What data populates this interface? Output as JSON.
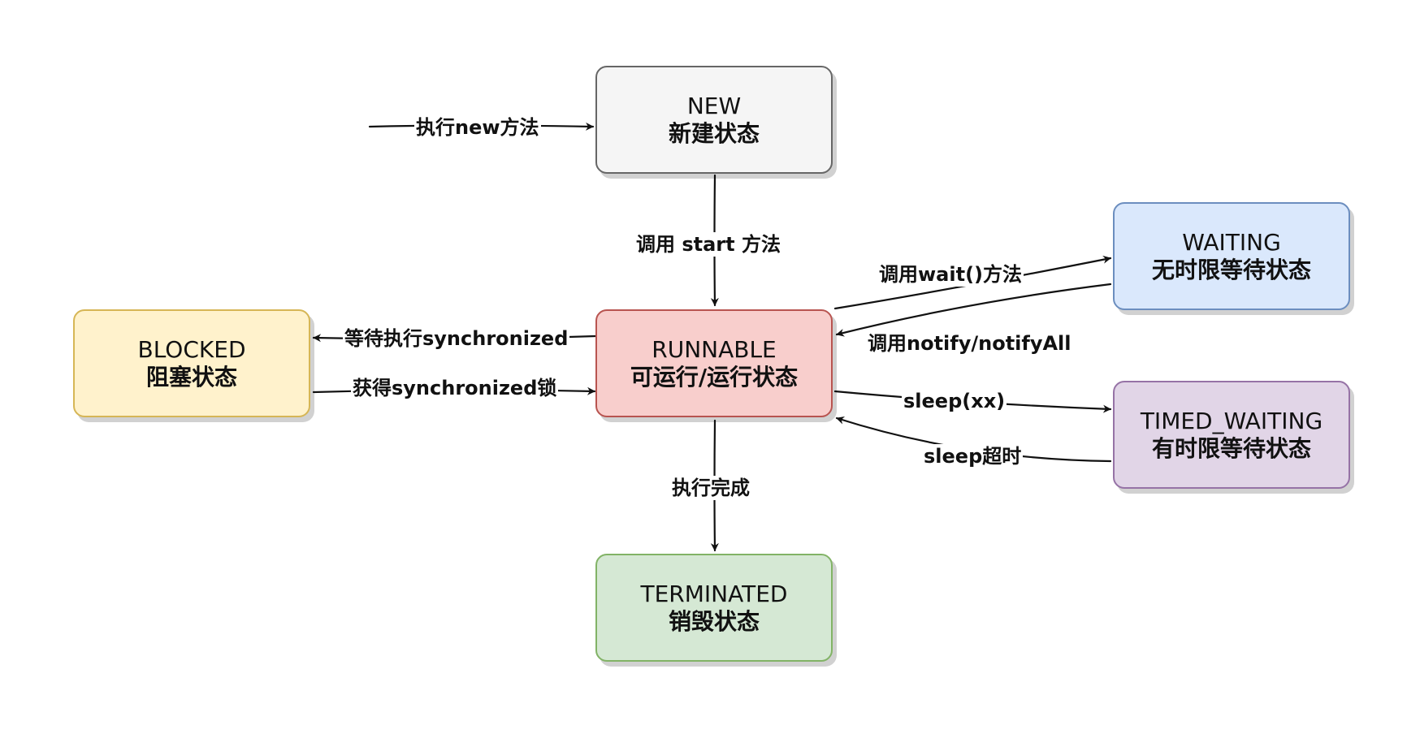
{
  "colors": {
    "stroke": "#111111",
    "new_fill": "#f5f5f5",
    "new_border": "#666666",
    "runnable_fill": "#f8cecc",
    "runnable_border": "#b85450",
    "blocked_fill": "#fff2cc",
    "blocked_border": "#d6b656",
    "waiting_fill": "#dae8fc",
    "waiting_border": "#6c8ebf",
    "timed_fill": "#e1d5e7",
    "timed_border": "#9673a6",
    "terminated_fill": "#d5e8d4",
    "terminated_border": "#82b366"
  },
  "states": {
    "new": {
      "en": "NEW",
      "zh": "新建状态"
    },
    "runnable": {
      "en": "RUNNABLE",
      "zh": "可运行/运行状态"
    },
    "blocked": {
      "en": "BLOCKED",
      "zh": "阻塞状态"
    },
    "waiting": {
      "en": "WAITING",
      "zh": "无时限等待状态"
    },
    "timed_waiting": {
      "en": "TIMED_WAITING",
      "zh": "有时限等待状态"
    },
    "terminated": {
      "en": "TERMINATED",
      "zh": "销毁状态"
    }
  },
  "transitions": {
    "exec_new": "执行new方法",
    "call_start": "调用 start 方法",
    "wait_sync": "等待执行synchronized",
    "get_sync": "获得synchronized锁",
    "call_wait": "调用wait()方法",
    "notify": "调用notify/notifyAll",
    "sleep": "sleep(xx)",
    "sleep_timeout": "sleep超时",
    "exec_done": "执行完成"
  }
}
